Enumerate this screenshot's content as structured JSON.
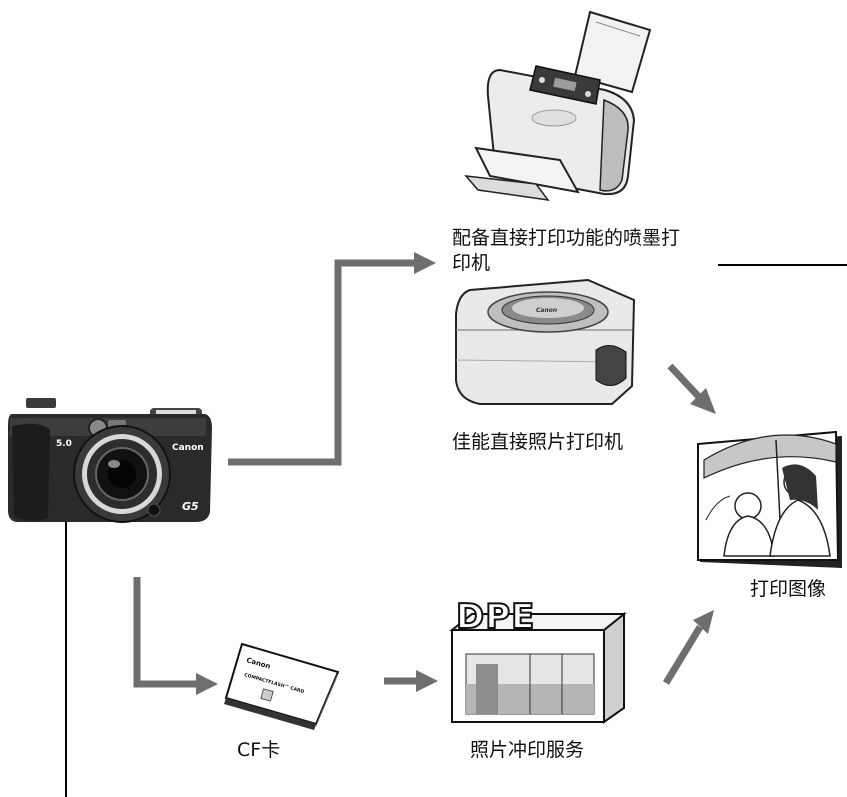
{
  "labels": {
    "inkjet_printer_line1": "配备直接打印功能的喷墨打",
    "inkjet_printer_line2": "印机",
    "canon_direct_printer": "佳能直接照片打印机",
    "print_image": "打印图像",
    "cf_card": "CF卡",
    "photo_service": "照片冲印服务"
  },
  "device_text": {
    "camera_brand": "Canon",
    "camera_model": "G5",
    "camera_megapixel": "5.0",
    "card_brand": "Canon",
    "card_type": "COMPACTFLASH™ CARD",
    "selphy_brand": "Canon",
    "store_sign": "DPE"
  },
  "colors": {
    "arrow": "#6e6e6e",
    "line": "#000000",
    "camera_body": "#2b2b2b",
    "printer_body": "#e9e9e9"
  }
}
